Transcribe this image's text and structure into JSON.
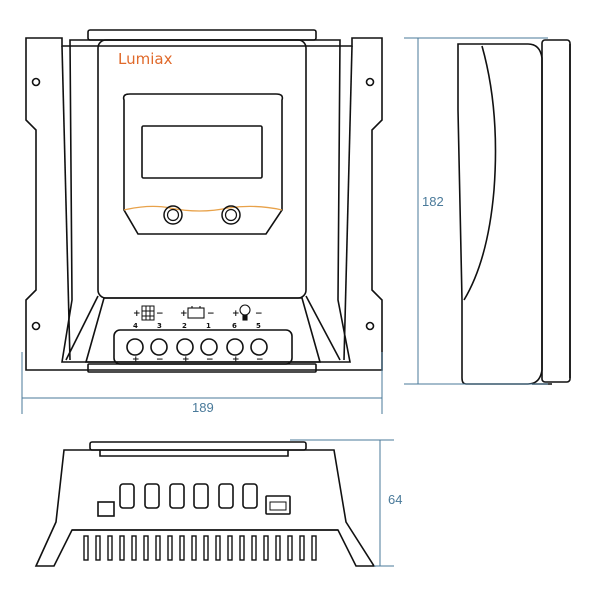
{
  "brand": {
    "name": "Lumiax",
    "color": "#e0692a"
  },
  "dimensions": {
    "width": "189",
    "height": "182",
    "depth": "64",
    "line_color": "#4a7a9a"
  },
  "terminals": {
    "solar": {
      "plus": "+",
      "minus": "−",
      "num_a": "4",
      "num_b": "3"
    },
    "battery": {
      "plus": "+",
      "minus": "−",
      "num_a": "2",
      "num_b": "1"
    },
    "load": {
      "plus": "+",
      "minus": "−",
      "num_a": "6",
      "num_b": "5"
    },
    "polarity": [
      "+",
      "−",
      "+",
      "−",
      "+",
      "−"
    ]
  },
  "accent_color": "#e8a24a"
}
